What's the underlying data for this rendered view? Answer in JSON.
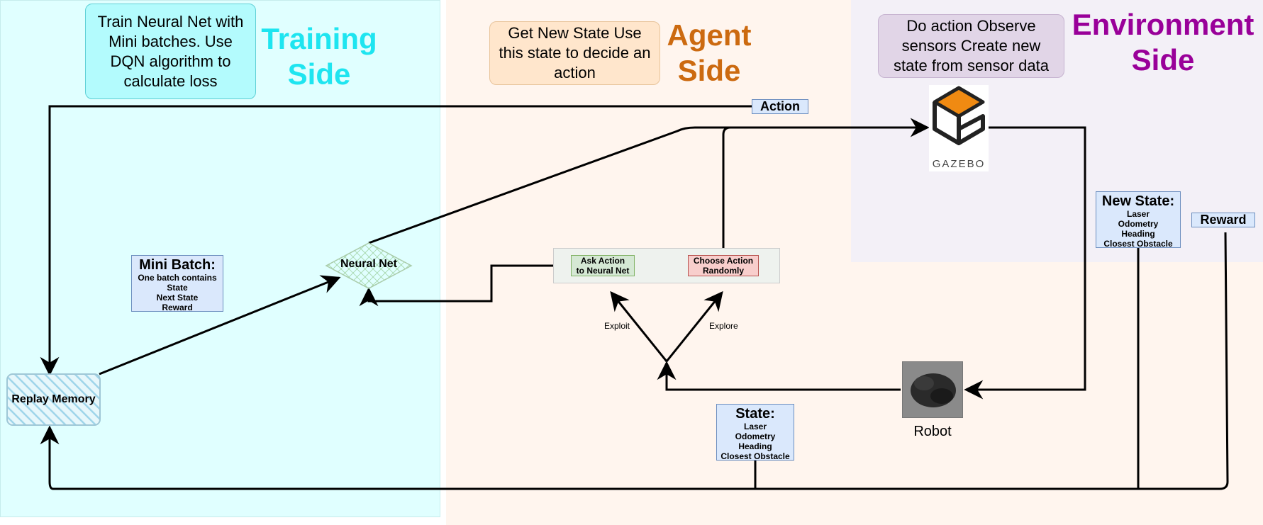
{
  "colors": {
    "training_bg": "#e0ffff",
    "agent_bg": "#fff5ee",
    "environment_bg": "#f3f0f7",
    "training_title": "#1ee5f0",
    "agent_title": "#cc6a10",
    "environment_title": "#990099",
    "gazebo_orange": "#f08a12",
    "line": "#000000"
  },
  "training": {
    "title": "Training\nSide",
    "note": "Train Neural Net with Mini batches. Use DQN algorithm to calculate loss"
  },
  "agent": {
    "title": "Agent\nSide",
    "note": "Get New State Use this state to decide an action"
  },
  "environment": {
    "title": "Environment\nSide",
    "note": "Do action Observe sensors Create new state from sensor data"
  },
  "labels": {
    "action": "Action",
    "reward": "Reward",
    "neural_net": "Neural Net",
    "replay_memory": "Replay Memory",
    "ask_action": "Ask Action\nto Neural Net",
    "choose_random": "Choose Action\nRandomly",
    "exploit": "Exploit",
    "explore": "Explore",
    "robot": "Robot",
    "gazebo": "GAZEBO"
  },
  "mini_batch": {
    "title": "Mini Batch:",
    "lines": [
      "One batch contains",
      "State",
      "Next State",
      "Reward"
    ]
  },
  "state": {
    "title": "State:",
    "lines": [
      "Laser",
      "Odometry",
      "Heading",
      "Closest Obstacle"
    ]
  },
  "new_state": {
    "title": "New State:",
    "lines": [
      "Laser",
      "Odometry",
      "Heading",
      "Closest Obstacle"
    ]
  }
}
